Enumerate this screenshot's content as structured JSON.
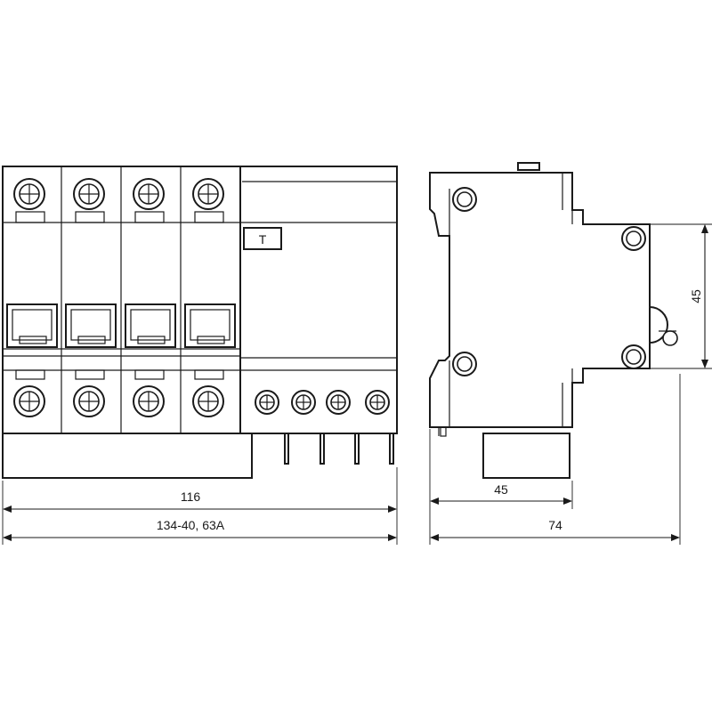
{
  "front_view": {
    "poles": 4,
    "test_button_label": "T",
    "width_dimension": "116",
    "overall_dimension": "134-40, 63A"
  },
  "side_view": {
    "height_dimension": "45",
    "depth_dimension": "45",
    "overall_depth_dimension": "74"
  }
}
